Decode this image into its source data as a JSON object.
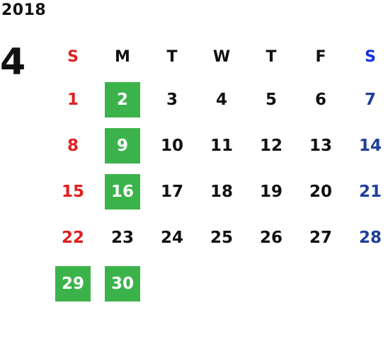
{
  "year": "2018",
  "month": "4",
  "colors": {
    "sunday": "#e02020",
    "saturday": "#1f3f9a",
    "highlight": "#3cb34a"
  },
  "weekdays": [
    "S",
    "M",
    "T",
    "W",
    "T",
    "F",
    "S"
  ],
  "weeks": [
    [
      "1",
      "2",
      "3",
      "4",
      "5",
      "6",
      "7"
    ],
    [
      "8",
      "9",
      "10",
      "11",
      "12",
      "13",
      "14"
    ],
    [
      "15",
      "16",
      "17",
      "18",
      "19",
      "20",
      "21"
    ],
    [
      "22",
      "23",
      "24",
      "25",
      "26",
      "27",
      "28"
    ],
    [
      "29",
      "30",
      "",
      "",
      "",
      "",
      ""
    ]
  ],
  "highlighted": [
    "2",
    "9",
    "16",
    "29",
    "30"
  ]
}
